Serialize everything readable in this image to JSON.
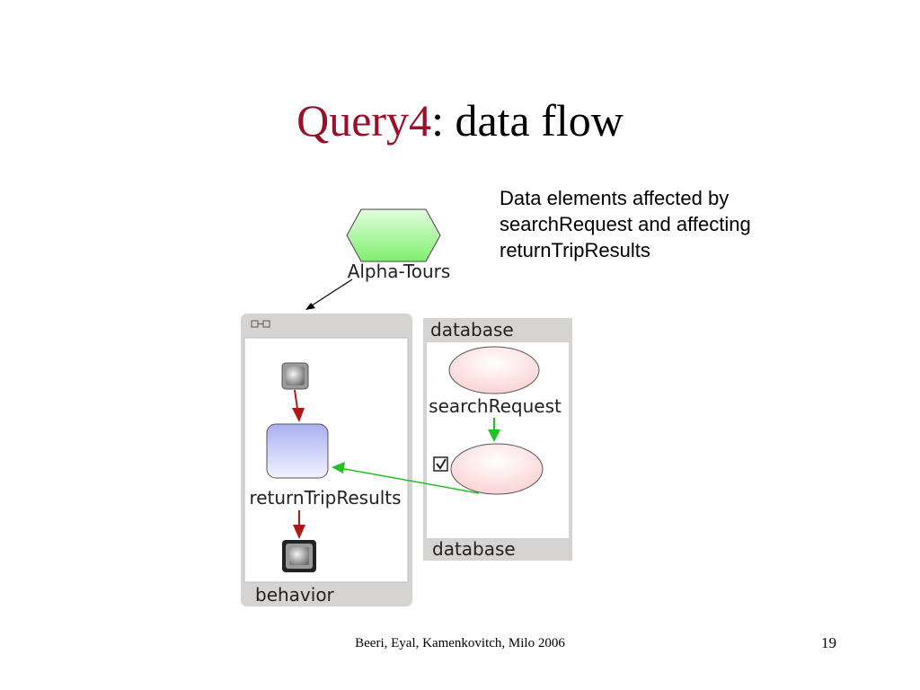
{
  "slide": {
    "title_accent": "Query4",
    "title_rest": ": data flow",
    "note_lines": [
      "Data elements affected by",
      "searchRequest and affecting",
      "returnTripResults"
    ],
    "footer": "Beeri, Eyal, Kamenkovitch, Milo  2006",
    "page_number": "19"
  },
  "diagram": {
    "service_label": "Alpha-Tours",
    "behavior_label": "behavior",
    "database_top_label": "database",
    "database_bottom_label": "database",
    "search_label": "searchRequest",
    "results_label": "returnTripResults"
  },
  "colors": {
    "accent": "#9b0f2b",
    "hexagon_fill": "#b6f5b0",
    "panel_gray": "#d6d4d2",
    "flow_red": "#b01818",
    "flow_green": "#22c022",
    "activity_fill": "#b8bff2",
    "ellipse_fill": "#fde4e4"
  }
}
